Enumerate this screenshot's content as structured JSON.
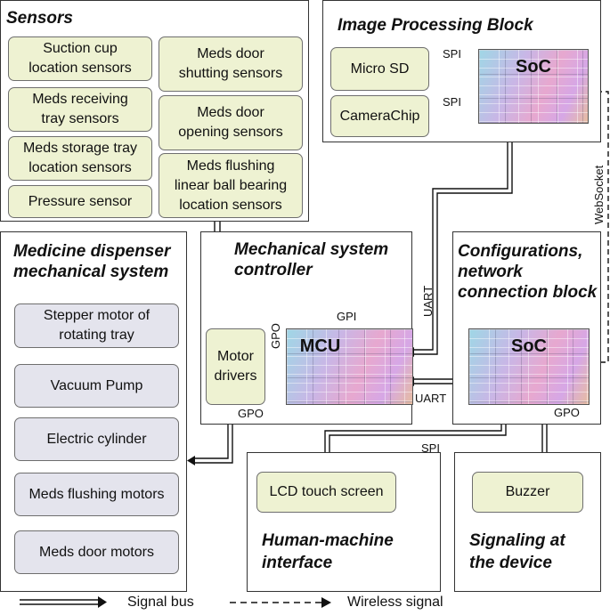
{
  "blocks": {
    "sensors": {
      "title": "Sensors",
      "items": [
        "Suction cup\nlocation sensors",
        "Meds receiving\ntray sensors",
        "Meds storage tray\nlocation sensors",
        "Pressure sensor",
        "Meds door\nshutting sensors",
        "Meds door\nopening sensors",
        "Meds flushing\nlinear ball bearing\nlocation sensors"
      ]
    },
    "image_processing": {
      "title": "Image Processing Block",
      "items": [
        "Micro SD",
        "CameraChip"
      ],
      "chip": "SoC"
    },
    "dispenser": {
      "title": "Medicine dispenser\nmechanical system",
      "items": [
        "Stepper motor of\nrotating tray",
        "Vacuum Pump",
        "Electric cylinder",
        "Meds flushing motors",
        "Meds door motors"
      ]
    },
    "controller": {
      "title": "Mechanical system\ncontroller",
      "motor_drivers": "Motor\ndrivers",
      "chip": "MCU"
    },
    "config": {
      "title": "Configurations,\nnetwork\nconnection block",
      "chip": "SoC"
    },
    "hmi": {
      "title": "Human-machine\ninterface",
      "item": "LCD touch screen"
    },
    "signaling": {
      "title": "Signaling at\nthe device",
      "item": "Buzzer"
    }
  },
  "connections": {
    "spi_top": "SPI",
    "spi_bottom": "SPI",
    "uart_vertical": "UART",
    "uart_horizontal": "UART",
    "gpi": "GPI",
    "gpo_motor": "GPO",
    "gpo_down": "GPO",
    "gpo_config": "GPO",
    "spi_hmi": "SPI",
    "websocket": "WebSocket"
  },
  "legend": {
    "signal_bus": "Signal bus",
    "wireless": "Wireless signal"
  }
}
